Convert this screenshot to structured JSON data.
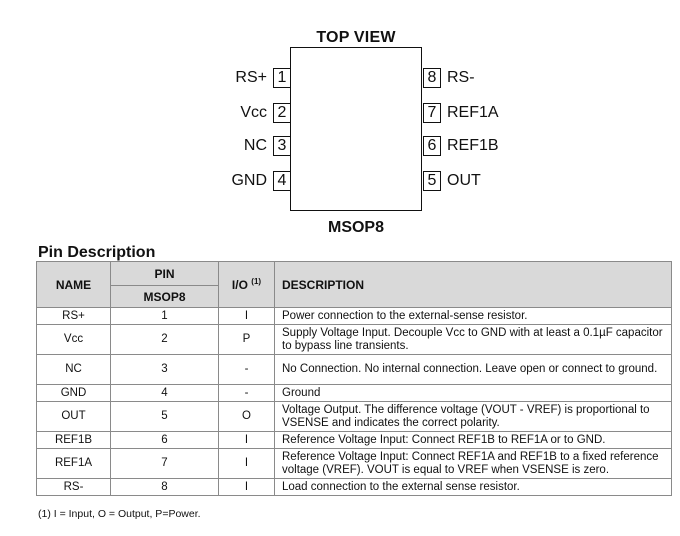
{
  "diagram": {
    "top_label": "TOP VIEW",
    "package_label": "MSOP8",
    "left_pins": [
      {
        "name": "RS+",
        "number": "1"
      },
      {
        "name": "Vcc",
        "number": "2"
      },
      {
        "name": "NC",
        "number": "3"
      },
      {
        "name": "GND",
        "number": "4"
      }
    ],
    "right_pins": [
      {
        "name": "RS-",
        "number": "8"
      },
      {
        "name": "REF1A",
        "number": "7"
      },
      {
        "name": "REF1B",
        "number": "6"
      },
      {
        "name": "OUT",
        "number": "5"
      }
    ]
  },
  "section_title": "Pin Description",
  "table": {
    "headers": {
      "name": "NAME",
      "pin": "PIN",
      "pin_sub": "MSOP8",
      "io": "I/O",
      "io_note": "(1)",
      "description": "DESCRIPTION"
    },
    "rows": [
      {
        "name": "RS+",
        "pin": "1",
        "io": "I",
        "description": "Power connection to the external-sense resistor."
      },
      {
        "name": "Vcc",
        "pin": "2",
        "io": "P",
        "description": "Supply Voltage Input. Decouple Vcc to GND with at least a 0.1µF capacitor to bypass line transients."
      },
      {
        "name": "NC",
        "pin": "3",
        "io": "-",
        "description": "No Connection. No internal connection. Leave open or connect to ground."
      },
      {
        "name": "GND",
        "pin": "4",
        "io": "-",
        "description": "Ground"
      },
      {
        "name": "OUT",
        "pin": "5",
        "io": "O",
        "description": "Voltage Output. The difference voltage (VOUT - VREF) is proportional to VSENSE and indicates the correct polarity."
      },
      {
        "name": "REF1B",
        "pin": "6",
        "io": "I",
        "description": "Reference Voltage Input: Connect REF1B to REF1A or to GND."
      },
      {
        "name": "REF1A",
        "pin": "7",
        "io": "I",
        "description": "Reference Voltage Input: Connect REF1A and REF1B to a fixed reference voltage (VREF). VOUT is equal to VREF when VSENSE is zero."
      },
      {
        "name": "RS-",
        "pin": "8",
        "io": "I",
        "description": "Load connection to the external sense resistor."
      }
    ]
  },
  "footnote": "(1)   I = Input, O = Output, P=Power."
}
